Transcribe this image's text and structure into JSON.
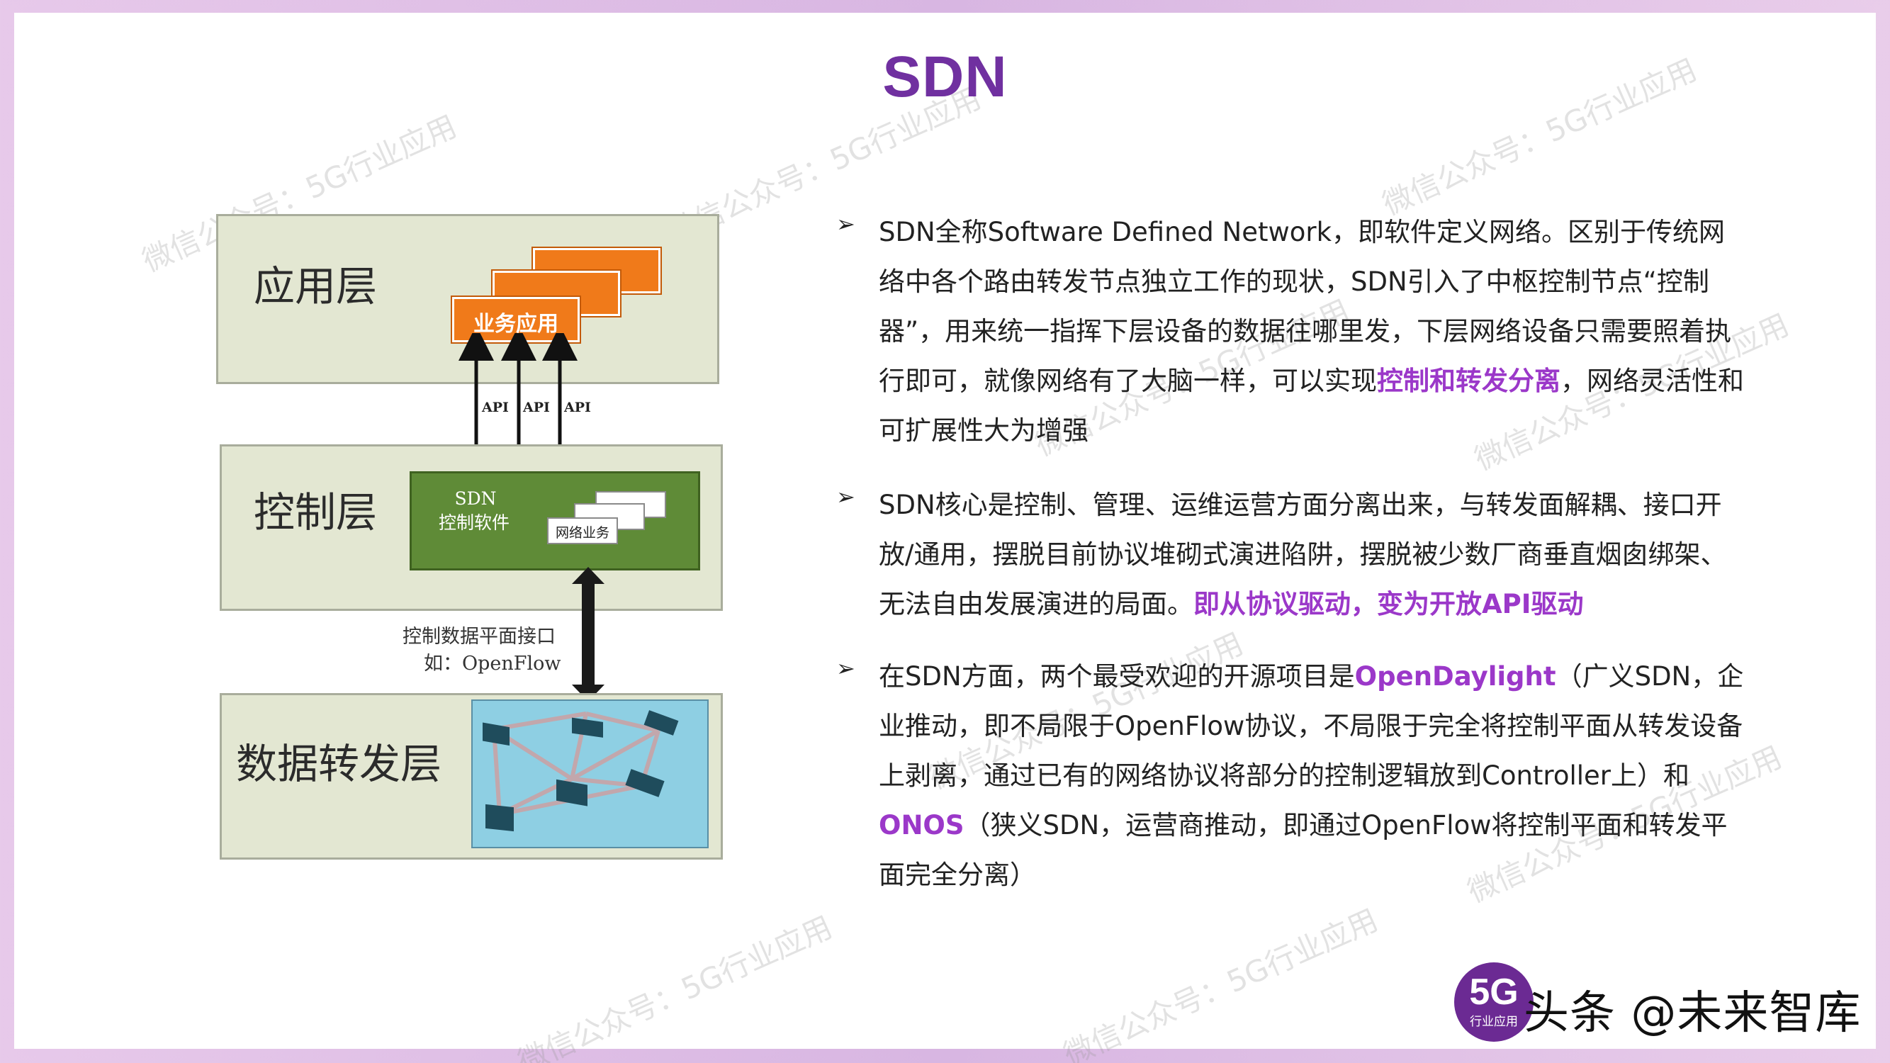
{
  "title": "SDN",
  "diagram": {
    "layers": {
      "application": "应用层",
      "control": "控制层",
      "forwarding": "数据转发层"
    },
    "business_app": "业务应用",
    "api_labels": [
      "API",
      "API",
      "API"
    ],
    "controller_software_line1": "SDN",
    "controller_software_line2": "控制软件",
    "network_service": "网络业务",
    "control_data_interface_line1": "控制数据平面接口",
    "control_data_interface_line2": "如：OpenFlow"
  },
  "bullets": [
    {
      "segments": [
        {
          "text": "SDN全称Software Defined Network，即软件定义网络。区别于传统网络中各个路由转发节点独立工作的现状，SDN引入了中枢控制节点“控制器”，用来统一指挥下层设备的数据往哪里发，下层网络设备只需要照着执行即可，就像网络有了大脑一样，可以实现",
          "highlight": false
        },
        {
          "text": "控制和转发分离",
          "highlight": true
        },
        {
          "text": "，网络灵活性和可扩展性大为增强",
          "highlight": false
        }
      ]
    },
    {
      "segments": [
        {
          "text": "SDN核心是控制、管理、运维运营方面分离出来，与转发面解耦、接口开放/通用，摆脱目前协议堆砌式演进陷阱，摆脱被少数厂商垂直烟囱绑架、无法自由发展演进的局面。",
          "highlight": false
        },
        {
          "text": "即从协议驱动，变为开放API驱动",
          "highlight": true
        }
      ]
    },
    {
      "segments": [
        {
          "text": "在SDN方面，两个最受欢迎的开源项目是",
          "highlight": false
        },
        {
          "text": "OpenDaylight",
          "highlight": true
        },
        {
          "text": "（广义SDN，企业推动，即不局限于OpenFlow协议，不局限于完全将控制平面从转发设备上剥离，通过已有的网络协议将部分的控制逻辑放到Controller上）和",
          "highlight": false
        },
        {
          "text": "ONOS",
          "highlight": true
        },
        {
          "text": "（狭义SDN，运营商推动，即通过OpenFlow将控制平面和转发平面完全分离）",
          "highlight": false
        }
      ]
    }
  ],
  "watermark": "微信公众号：5G行业应用",
  "footer": {
    "logo_big": "5G",
    "logo_small": "行业应用",
    "attribution": "头条 @未来智库"
  },
  "colors": {
    "accent": "#7030a0",
    "highlight": "#9b38c9",
    "app_orange": "#f07a1a",
    "control_green": "#5f8b37",
    "forward_blue": "#8ecfe3"
  }
}
